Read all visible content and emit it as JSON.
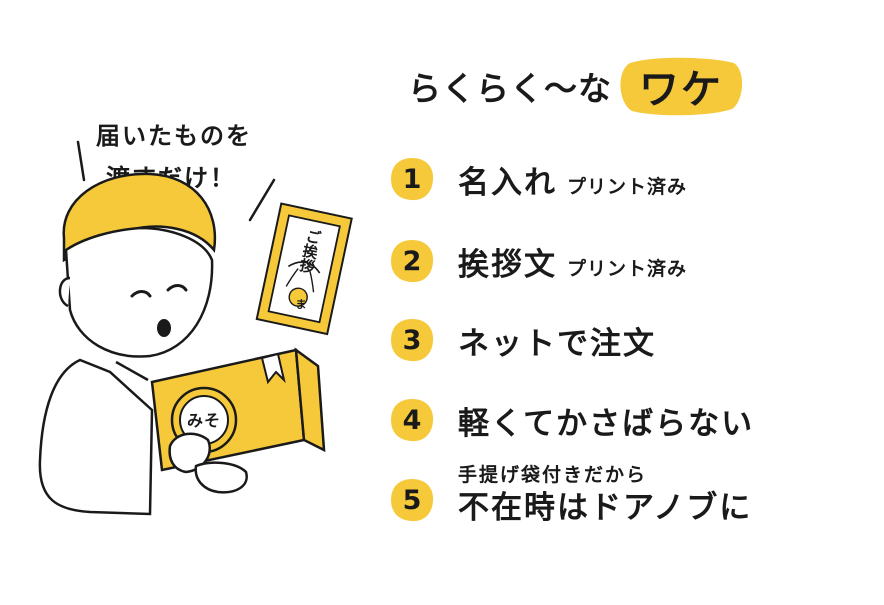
{
  "heading": {
    "main": "らくらく〜な",
    "accent": "ワケ"
  },
  "speech": {
    "line1": "届いたものを",
    "line2": "渡すだけ！"
  },
  "envelope": {
    "label": "ご挨拶",
    "stamp": "ま"
  },
  "box": {
    "label": "みそ"
  },
  "reasons": [
    {
      "num": "1",
      "main": "名入れ",
      "sub": "プリント済み"
    },
    {
      "num": "2",
      "main": "挨拶文",
      "sub": "プリント済み"
    },
    {
      "num": "3",
      "main": "ネットで注文"
    },
    {
      "num": "4",
      "main": "軽くてかさばらない"
    },
    {
      "num": "5",
      "small": "手提げ袋付きだから",
      "main": "不在時はドアノブに"
    }
  ],
  "colors": {
    "accent": "#F5C93A",
    "ink": "#1A1A1A",
    "hair": "#F5C93A",
    "shirt": "#FFFFFF"
  }
}
